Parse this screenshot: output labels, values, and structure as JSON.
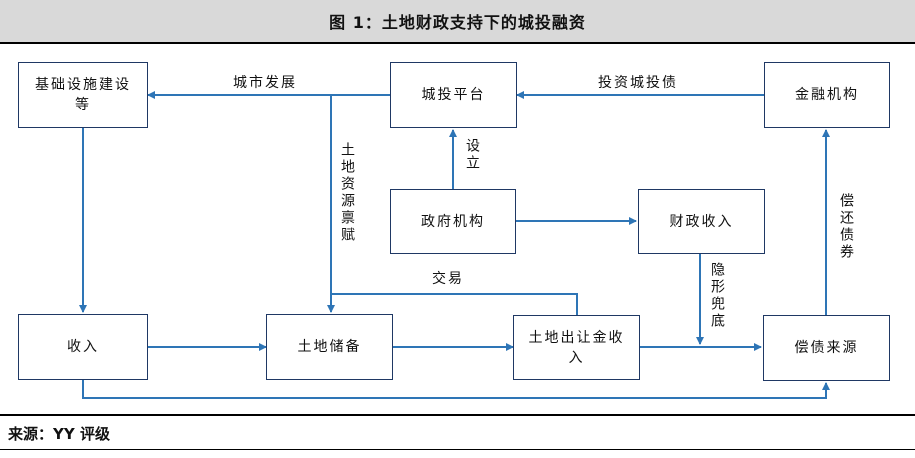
{
  "title": "图 1：土地财政支持下的城投融资",
  "source": "来源：YY 评级",
  "boxes": {
    "infrastructure": "基础设施建设等",
    "chengtou": "城投平台",
    "finance_inst": "金融机构",
    "government": "政府机构",
    "fiscal_income": "财政收入",
    "income": "收入",
    "land_reserve": "土地储备",
    "land_sale_income": "土地出让金收入",
    "repayment_source": "偿债来源"
  },
  "labels": {
    "city_development": "城市发展",
    "investment_bonds": "投资城投债",
    "establish": "设立",
    "land_endow": "土地资源禀赋",
    "transaction": "交易",
    "implicit_guarantee": "隐形兜底",
    "repay_bonds": "偿还债券"
  },
  "colors": {
    "arrow": "#2e75b6",
    "box_border": "#1f3864",
    "title_bg": "#d9d9d9"
  }
}
